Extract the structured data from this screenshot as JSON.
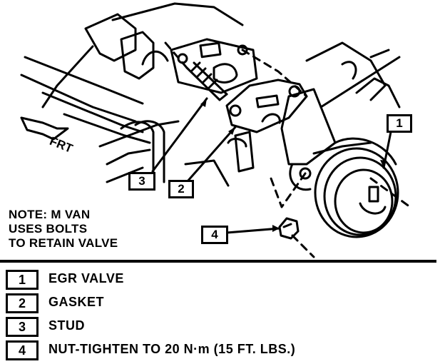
{
  "callouts": {
    "c1": "1",
    "c2": "2",
    "c3": "3",
    "c4": "4"
  },
  "frt_label": "FRT",
  "note": {
    "line1": "NOTE: M VAN",
    "line2": "USES BOLTS",
    "line3": "TO RETAIN VALVE"
  },
  "legend": [
    {
      "num": "1",
      "text": "EGR VALVE"
    },
    {
      "num": "2",
      "text": "GASKET"
    },
    {
      "num": "3",
      "text": "STUD"
    },
    {
      "num": "4",
      "text": "NUT-TIGHTEN TO 20 N·m (15 FT. LBS.)"
    }
  ]
}
